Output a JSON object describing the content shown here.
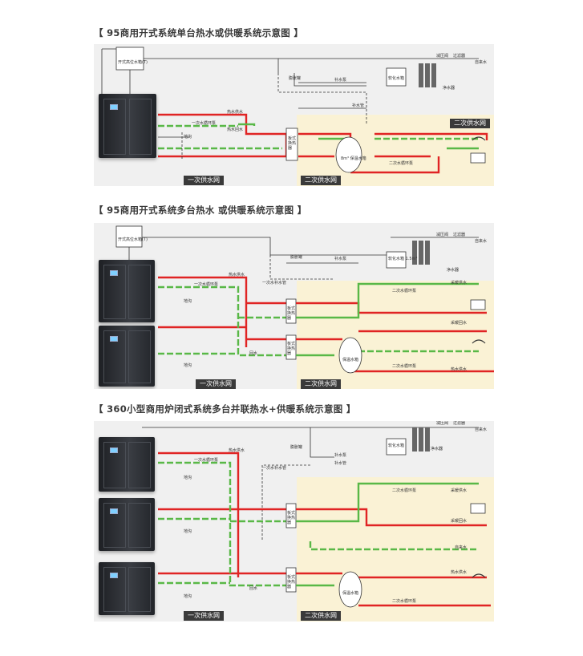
{
  "titles": {
    "t1": "【 95商用开式系统单台热水或供暖系统示意图 】",
    "t2": "【 95商用开式系统多台热水 或供暖系统示意图 】",
    "t3": "【 360小型商用炉闭式系统多台并联热水+供暖系统示意图 】"
  },
  "zones": {
    "primary": "一次供水网",
    "secondary": "二次供水网"
  },
  "labels": {
    "open_tank": "开式高位水箱(T)",
    "open_tank2": "开式高位水箱(T)",
    "softener": "软化水箱",
    "softener2": "软化水箱 1.5m³",
    "pressure_valve": "减压阀",
    "filter": "过滤器",
    "tap_water": "自来水",
    "purifier": "净水器",
    "expansion": "膨胀罐",
    "makeup_pump": "补水泵",
    "makeup_pipe": "补水管",
    "primary_pump_set": "一次水循环泵",
    "secondary_pump_set": "二次水循环泵",
    "hot_supply": "热水供水",
    "hot_return": "热水回水",
    "plate_hx": "板式换热器",
    "storage_tank": "保温水箱",
    "storage_tank_vol": "8m³ 保温水箱",
    "drain": "地沟",
    "heating_supply": "采暖供水",
    "heating_return": "采暖回水",
    "hot_water": "热水供水",
    "return": "回水",
    "makeup_water_pipe": "一次水补水管",
    "section_secondary_badge": "二次供水网"
  },
  "colors": {
    "red": "#e02424",
    "green": "#59b847",
    "dark": "#333333",
    "panel": "#f0f0f0",
    "sec_zone": "#faf2d5"
  }
}
